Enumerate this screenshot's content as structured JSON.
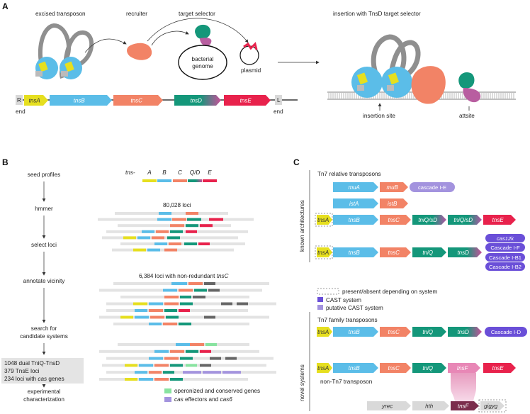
{
  "colors": {
    "tnsA": "#e6df1f",
    "tnsB": "#5bbde8",
    "tnsC": "#f28366",
    "tnsD": "#14977a",
    "tnsE": "#e8224c",
    "tnsF": "#e887b6",
    "purple": "#6a4fd8",
    "lightpurple": "#a393de",
    "green": "#88e3a0",
    "gray": "#e3e3e3",
    "darkgray": "#666666",
    "transposon": "#888888"
  },
  "panelA": {
    "label": "A",
    "excised": "excised transposon",
    "recruiter": "recruiter",
    "selector": "target selector",
    "genome_line1": "bacterial",
    "genome_line2": "genome",
    "plasmid": "plasmid",
    "insertion_title": "insertion with TnsD target selector",
    "insertion_site": "insertion site",
    "attsite": "attsite",
    "R": "R",
    "L": "L",
    "end_left": "end",
    "end_right": "end",
    "genes": [
      "tnsA",
      "tnsB",
      "tnsC",
      "tnsD",
      "tnsE"
    ]
  },
  "panelB": {
    "label": "B",
    "steps": [
      "seed profiles",
      "hmmer",
      "select loci",
      "annotate vicinity",
      "search for",
      "candidate systems",
      "experimental",
      "characterization"
    ],
    "header_prefix": "tns-",
    "header_cols": [
      "A",
      "B",
      "C",
      "Q/D",
      "E"
    ],
    "loci_count": "80,028 loci",
    "nonred_text": "6,384 loci with non-redundant ",
    "nonred_gene": "tnsC",
    "candidates": [
      "1048 dual TniQ-TnsD",
      "379 TnsE loci",
      "234 loci with "
    ],
    "candidates_cas": "cas",
    "candidates_cas_suffix": " genes",
    "legend_operonized": "operonized and conserved genes",
    "legend_cas_italic": "cas",
    "legend_cas_rest": " effectors and ",
    "legend_cas6": "cas6"
  },
  "panelC": {
    "label": "C",
    "side_known": "known   architectures",
    "side_novel": "novel systems",
    "relative_title": "Tn7 relative transposons",
    "family_title": "Tn7 family transposons",
    "nonTn7_title": "non-Tn7 transposon",
    "row_mu": [
      "muA",
      "muB"
    ],
    "row_mu_cascade": "cascade I-E",
    "row_ist": [
      "istA",
      "istB"
    ],
    "row_tniq": [
      "tnsA",
      "tnsB",
      "tnsC",
      "tniQ/sD",
      "tniQ/sD",
      "tnsE"
    ],
    "row_cast": [
      "tnsA",
      "tnsB",
      "tnsC",
      "tniQ",
      "tnsD"
    ],
    "cast_pills": [
      "cas12k",
      "Cascade I-F",
      "Cascade I-B1",
      "Cascade I-B2"
    ],
    "legend_presence": "present/absent depending on system",
    "legend_cast": "CAST system",
    "legend_putative": "putative CAST system",
    "novel_row1": [
      "tnsA",
      "tnsB",
      "tnsC",
      "tniQ",
      "tnsD"
    ],
    "novel_row1_cascade": "Cascade I-D",
    "novel_row2": [
      "tnsA",
      "tnsB",
      "tnsC",
      "tniQ",
      "tnsF",
      "tnsE"
    ],
    "nonTn7_genes": [
      "yrec",
      "hth",
      "tnsF",
      "gigyg"
    ]
  }
}
